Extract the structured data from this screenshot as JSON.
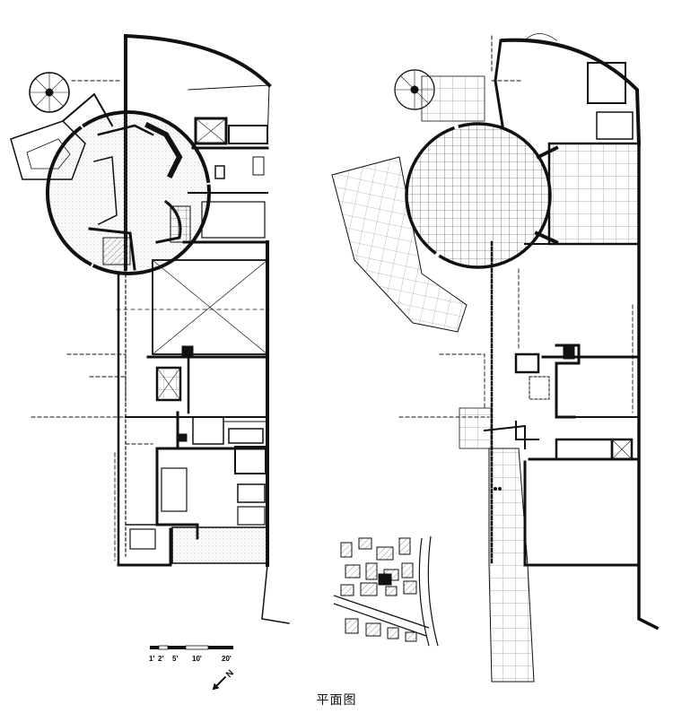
{
  "caption": "平面图",
  "scale_bar": {
    "ticks": [
      "1'",
      "2'",
      "5'",
      "10'",
      "20'"
    ]
  },
  "north_arrow": {
    "letter": "N",
    "icon": "north-arrow-icon"
  },
  "colors": {
    "ink": "#111111",
    "paper": "#ffffff",
    "stipple": "#cfcfcf"
  }
}
